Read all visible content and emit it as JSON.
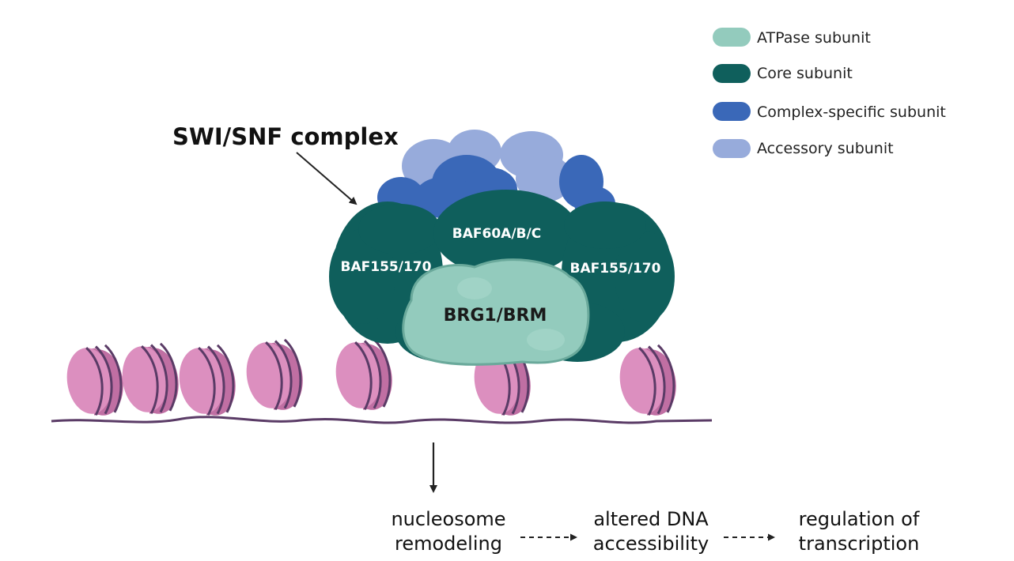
{
  "title": "SWI/SNF complex",
  "legend": [
    {
      "label": "ATPase subunit",
      "color": "#93cbbd"
    },
    {
      "label": "Core subunit",
      "color": "#0f5f5c"
    },
    {
      "label": "Complex-specific subunit",
      "color": "#3a68b8"
    },
    {
      "label": "Accessory subunit",
      "color": "#97abdb"
    }
  ],
  "subunits": {
    "left": "BAF155/170",
    "middle": "BAF60A/B/C",
    "right": "BAF155/170",
    "atpase": "BRG1/BRM"
  },
  "flow": [
    {
      "line1": "nucleosome",
      "line2": "remodeling"
    },
    {
      "line1": "altered DNA",
      "line2": "accessibility"
    },
    {
      "line1": "regulation of",
      "line2": "transcription"
    }
  ],
  "colors": {
    "nucleosome": "#dc8fbf",
    "nucleosome_dark": "#c06fa3",
    "dna": "#5a3b66",
    "core": "#0f5f5c",
    "atpase": "#93cbbd",
    "complex_specific": "#3a68b8",
    "accessory": "#97abdb"
  }
}
